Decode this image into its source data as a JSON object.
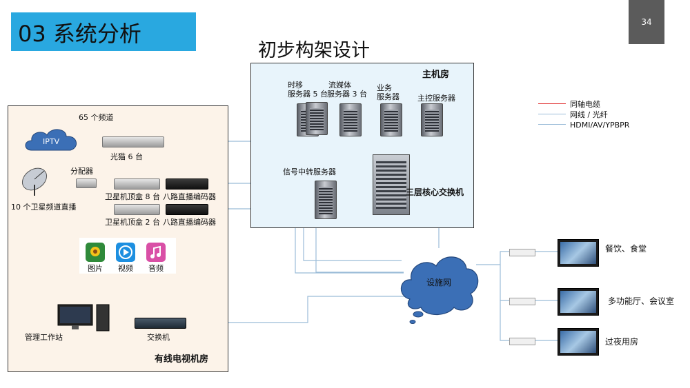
{
  "slide": {
    "section_title": "03 系统分析",
    "page_number": "34",
    "title": "初步构架设计"
  },
  "main_room": {
    "label": "主机房",
    "servers": [
      {
        "line1": "时移",
        "line2": "服务器 5 台"
      },
      {
        "line1": "流媒体",
        "line2": "服务器 3 台"
      },
      {
        "line1": "业务",
        "line2": "服务器"
      },
      {
        "line1": "",
        "line2": "主控服务器"
      }
    ],
    "relay_server": "信号中转服务器",
    "core_switch": "三层核心交换机"
  },
  "cable_room": {
    "label": "有线电视机房",
    "channels_65": "65 个频道",
    "iptv": "IPTV",
    "optical_modem": "光猫 6 台",
    "splitter": "分配器",
    "satellite_channels": "10 个卫星频道直播",
    "stb_8": "卫星机顶盒 8 台",
    "stb_2": "卫星机顶盒 2 台",
    "encoder_1": "八路直播编码器",
    "encoder_2": "八路直播编码器",
    "media": [
      {
        "icon": "picture-icon",
        "label": "图片"
      },
      {
        "icon": "video-icon",
        "label": "视频"
      },
      {
        "icon": "audio-icon",
        "label": "音频"
      }
    ],
    "workstation": "管理工作站",
    "switch": "交换机"
  },
  "network": {
    "cloud": "设施网"
  },
  "destinations": [
    "餐饮、食堂",
    "多功能厅、会议室",
    "过夜用房"
  ],
  "legend": [
    {
      "label": "同轴电缆",
      "color": "#e03030"
    },
    {
      "label": "网线 / 光纤",
      "color": "#9bbcd8"
    },
    {
      "label": "HDMI/AV/YPBPR",
      "color": "#9bbcd8"
    }
  ],
  "colors": {
    "header": "#29a8e0",
    "cloud": "#3b6fb6",
    "coax": "#e03030",
    "fiber": "#9bbcd8",
    "green_link": "#3aa04a"
  }
}
